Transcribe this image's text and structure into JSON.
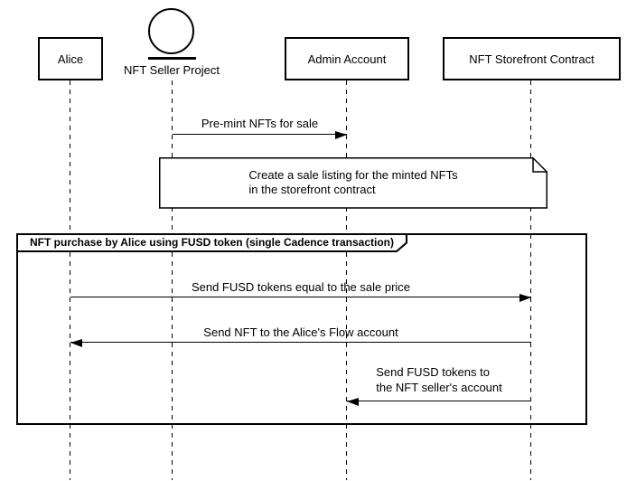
{
  "diagram": {
    "type": "uml-sequence-diagram",
    "colors": {
      "foreground": "#000000",
      "background": "#ffffff"
    },
    "participants": [
      {
        "label": "Alice",
        "kind": "box"
      },
      {
        "label": "NFT Seller Project",
        "kind": "entity"
      },
      {
        "label": "Admin Account",
        "kind": "box"
      },
      {
        "label": "NFT Storefront Contract",
        "kind": "box"
      }
    ],
    "messages": [
      {
        "label": "Pre-mint NFTs for sale",
        "from": "NFT Seller Project",
        "to": "Admin Account",
        "direction": "right"
      },
      {
        "label": "Send FUSD tokens equal to the sale price",
        "from": "Alice",
        "to": "NFT Storefront Contract",
        "direction": "right"
      },
      {
        "label": "Send NFT to the Alice's Flow account",
        "from": "NFT Storefront Contract",
        "to": "Alice",
        "direction": "left"
      },
      {
        "line1": "Send FUSD tokens to",
        "line2": "the NFT seller's account",
        "from": "NFT Storefront Contract",
        "to": "Admin Account",
        "direction": "left"
      }
    ],
    "note": {
      "line1": "Create a sale listing for the minted NFTs",
      "line2": "in the storefront contract"
    },
    "fragment": {
      "title": "NFT purchase by Alice using FUSD token (single Cadence transaction)"
    }
  }
}
